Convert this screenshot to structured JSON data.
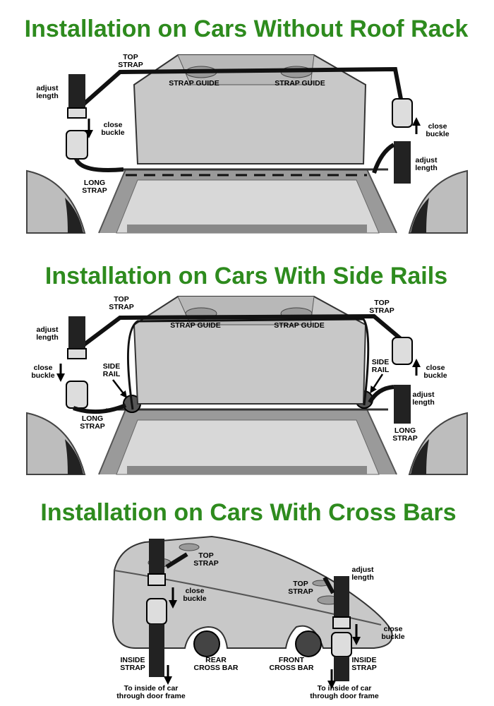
{
  "sections": [
    {
      "title": "Installation on Cars Without Roof Rack",
      "labels": {
        "top_strap": [
          "TOP",
          "STRAP"
        ],
        "strap_guide_left": "STRAP GUIDE",
        "strap_guide_right": "STRAP GUIDE",
        "adjust_left": [
          "adjust",
          "length"
        ],
        "close_left": [
          "close",
          "buckle"
        ],
        "long_strap": [
          "LONG",
          "STRAP"
        ],
        "close_right": [
          "close",
          "buckle"
        ],
        "adjust_right": [
          "adjust",
          "length"
        ]
      }
    },
    {
      "title": "Installation on Cars With Side Rails",
      "labels": {
        "top_strap_left": [
          "TOP",
          "STRAP"
        ],
        "top_strap_right": [
          "TOP",
          "STRAP"
        ],
        "strap_guide_left": "STRAP GUIDE",
        "strap_guide_right": "STRAP GUIDE",
        "adjust_left": [
          "adjust",
          "length"
        ],
        "close_left": [
          "close",
          "buckle"
        ],
        "side_rail_left": [
          "SIDE",
          "RAIL"
        ],
        "side_rail_right": [
          "SIDE",
          "RAIL"
        ],
        "long_strap_left": [
          "LONG",
          "STRAP"
        ],
        "close_right": [
          "close",
          "buckle"
        ],
        "adjust_right": [
          "adjust",
          "length"
        ],
        "long_strap_right": [
          "LONG",
          "STRAP"
        ]
      }
    },
    {
      "title": "Installation on Cars With Cross Bars",
      "labels": {
        "top_strap_rear": [
          "TOP",
          "STRAP"
        ],
        "close_rear": [
          "close",
          "buckle"
        ],
        "inside_rear": [
          "INSIDE",
          "STRAP"
        ],
        "rear_bar": [
          "REAR",
          "CROSS BAR"
        ],
        "front_bar": [
          "FRONT",
          "CROSS BAR"
        ],
        "inside_front": [
          "INSIDE",
          "STRAP"
        ],
        "top_strap_front": [
          "TOP",
          "STRAP"
        ],
        "adjust_front": [
          "adjust",
          "length"
        ],
        "close_front": [
          "close",
          "buckle"
        ],
        "door_rear": [
          "To inside of car",
          "through door frame"
        ],
        "door_front": [
          "To inside of car",
          "through door frame"
        ]
      }
    }
  ]
}
